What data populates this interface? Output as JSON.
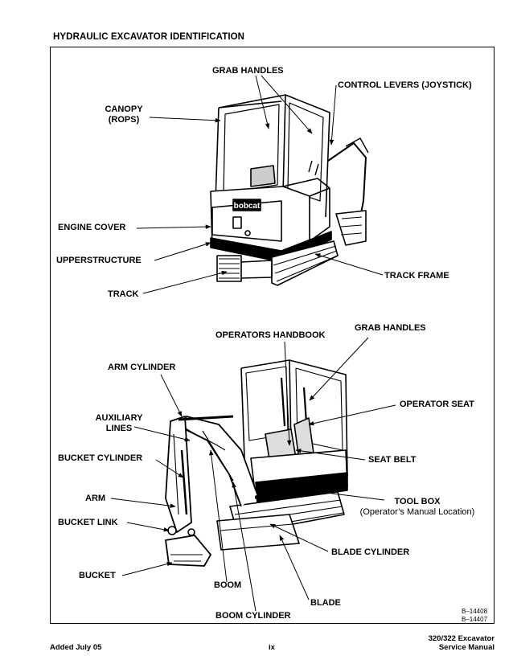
{
  "page": {
    "title": "HYDRAULIC EXCAVATOR IDENTIFICATION"
  },
  "labels": {
    "grab_handles_top": "GRAB HANDLES",
    "control_levers": "CONTROL LEVERS (JOYSTICK)",
    "canopy_line1": "CANOPY",
    "canopy_line2": "(ROPS)",
    "engine_cover": "ENGINE COVER",
    "upperstructure": "UPPERSTRUCTURE",
    "track_frame": "TRACK FRAME",
    "track": "TRACK",
    "grab_handles_bottom": "GRAB HANDLES",
    "operators_handbook": "OPERATORS HANDBOOK",
    "arm_cylinder": "ARM CYLINDER",
    "operator_seat": "OPERATOR SEAT",
    "auxiliary_line1": "AUXILIARY",
    "auxiliary_line2": "LINES",
    "bucket_cylinder": "BUCKET CYLINDER",
    "seat_belt": "SEAT BELT",
    "arm": "ARM",
    "tool_box_line1": "TOOL BOX",
    "tool_box_line2": "(Operator’s Manual Location)",
    "bucket_link": "BUCKET LINK",
    "blade_cylinder": "BLADE CYLINDER",
    "bucket": "BUCKET",
    "boom": "BOOM",
    "blade": "BLADE",
    "boom_cylinder": "BOOM CYLINDER"
  },
  "figure_refs": [
    "B–14408",
    "B–14407"
  ],
  "footer": {
    "left": "Added July 05",
    "center": "ix",
    "right_line1": "320/322 Excavator",
    "right_line2": "Service Manual"
  }
}
